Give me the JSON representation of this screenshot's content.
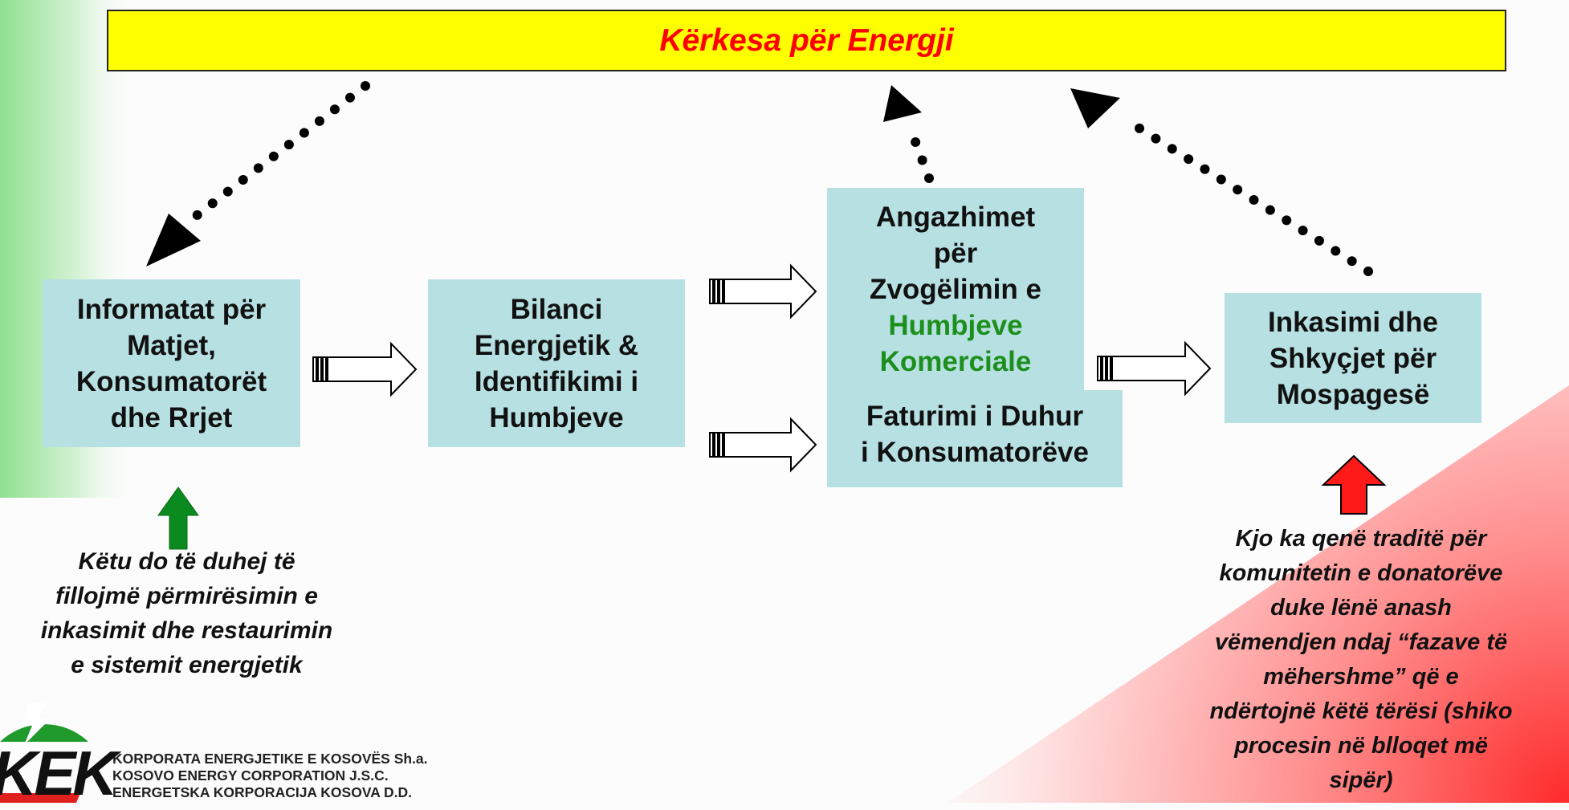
{
  "title": "Kërkesa për Energji",
  "boxes": {
    "informatat": [
      "Informatat për",
      "Matjet,",
      "Konsumatorët",
      "dhe Rrjet"
    ],
    "bilanci": [
      "Bilanci",
      "Energjetik &",
      "Identifikimi i",
      "Humbjeve"
    ],
    "angazhimet": [
      "Angazhimet",
      "për",
      "Zvogëlimin e",
      "Humbjeve",
      "Komerciale"
    ],
    "faturimi": [
      "Faturimi i Duhur",
      "i Konsumatorëve"
    ],
    "inkasimi": [
      "Inkasimi dhe",
      "Shkyçjet për",
      "Mospagesë"
    ]
  },
  "notes": {
    "left": [
      "Këtu do të duhej të",
      "fillojmë përmirësimin e",
      "inkasimit dhe restaurimin",
      "e sistemit energjetik"
    ],
    "right": [
      "Kjo ka qenë traditë për",
      "komunitetin e donatorëve",
      "duke lënë anash",
      "vëmendjen ndaj “fazave të",
      "mëhershme” që e",
      "ndërtojnë këtë tërësi (shiko",
      "procesin në blloqet më",
      "sipër)"
    ]
  },
  "logo": {
    "mark": "KEK",
    "lines": [
      "KORPORATA ENERGJETIKE E KOSOVËS Sh.a.",
      "KOSOVO ENERGY CORPORATION J.S.C.",
      "ENERGETSKA KORPORACIJA KOSOVA D.D."
    ]
  },
  "colors": {
    "title_bg": "#ffff00",
    "title_text": "#ff0000",
    "box_bg": "#b7e0e3",
    "highlight_text": "#1d8f1d",
    "up_arrow_left": "#0a8a1f",
    "up_arrow_right": "#ff1a1a"
  }
}
